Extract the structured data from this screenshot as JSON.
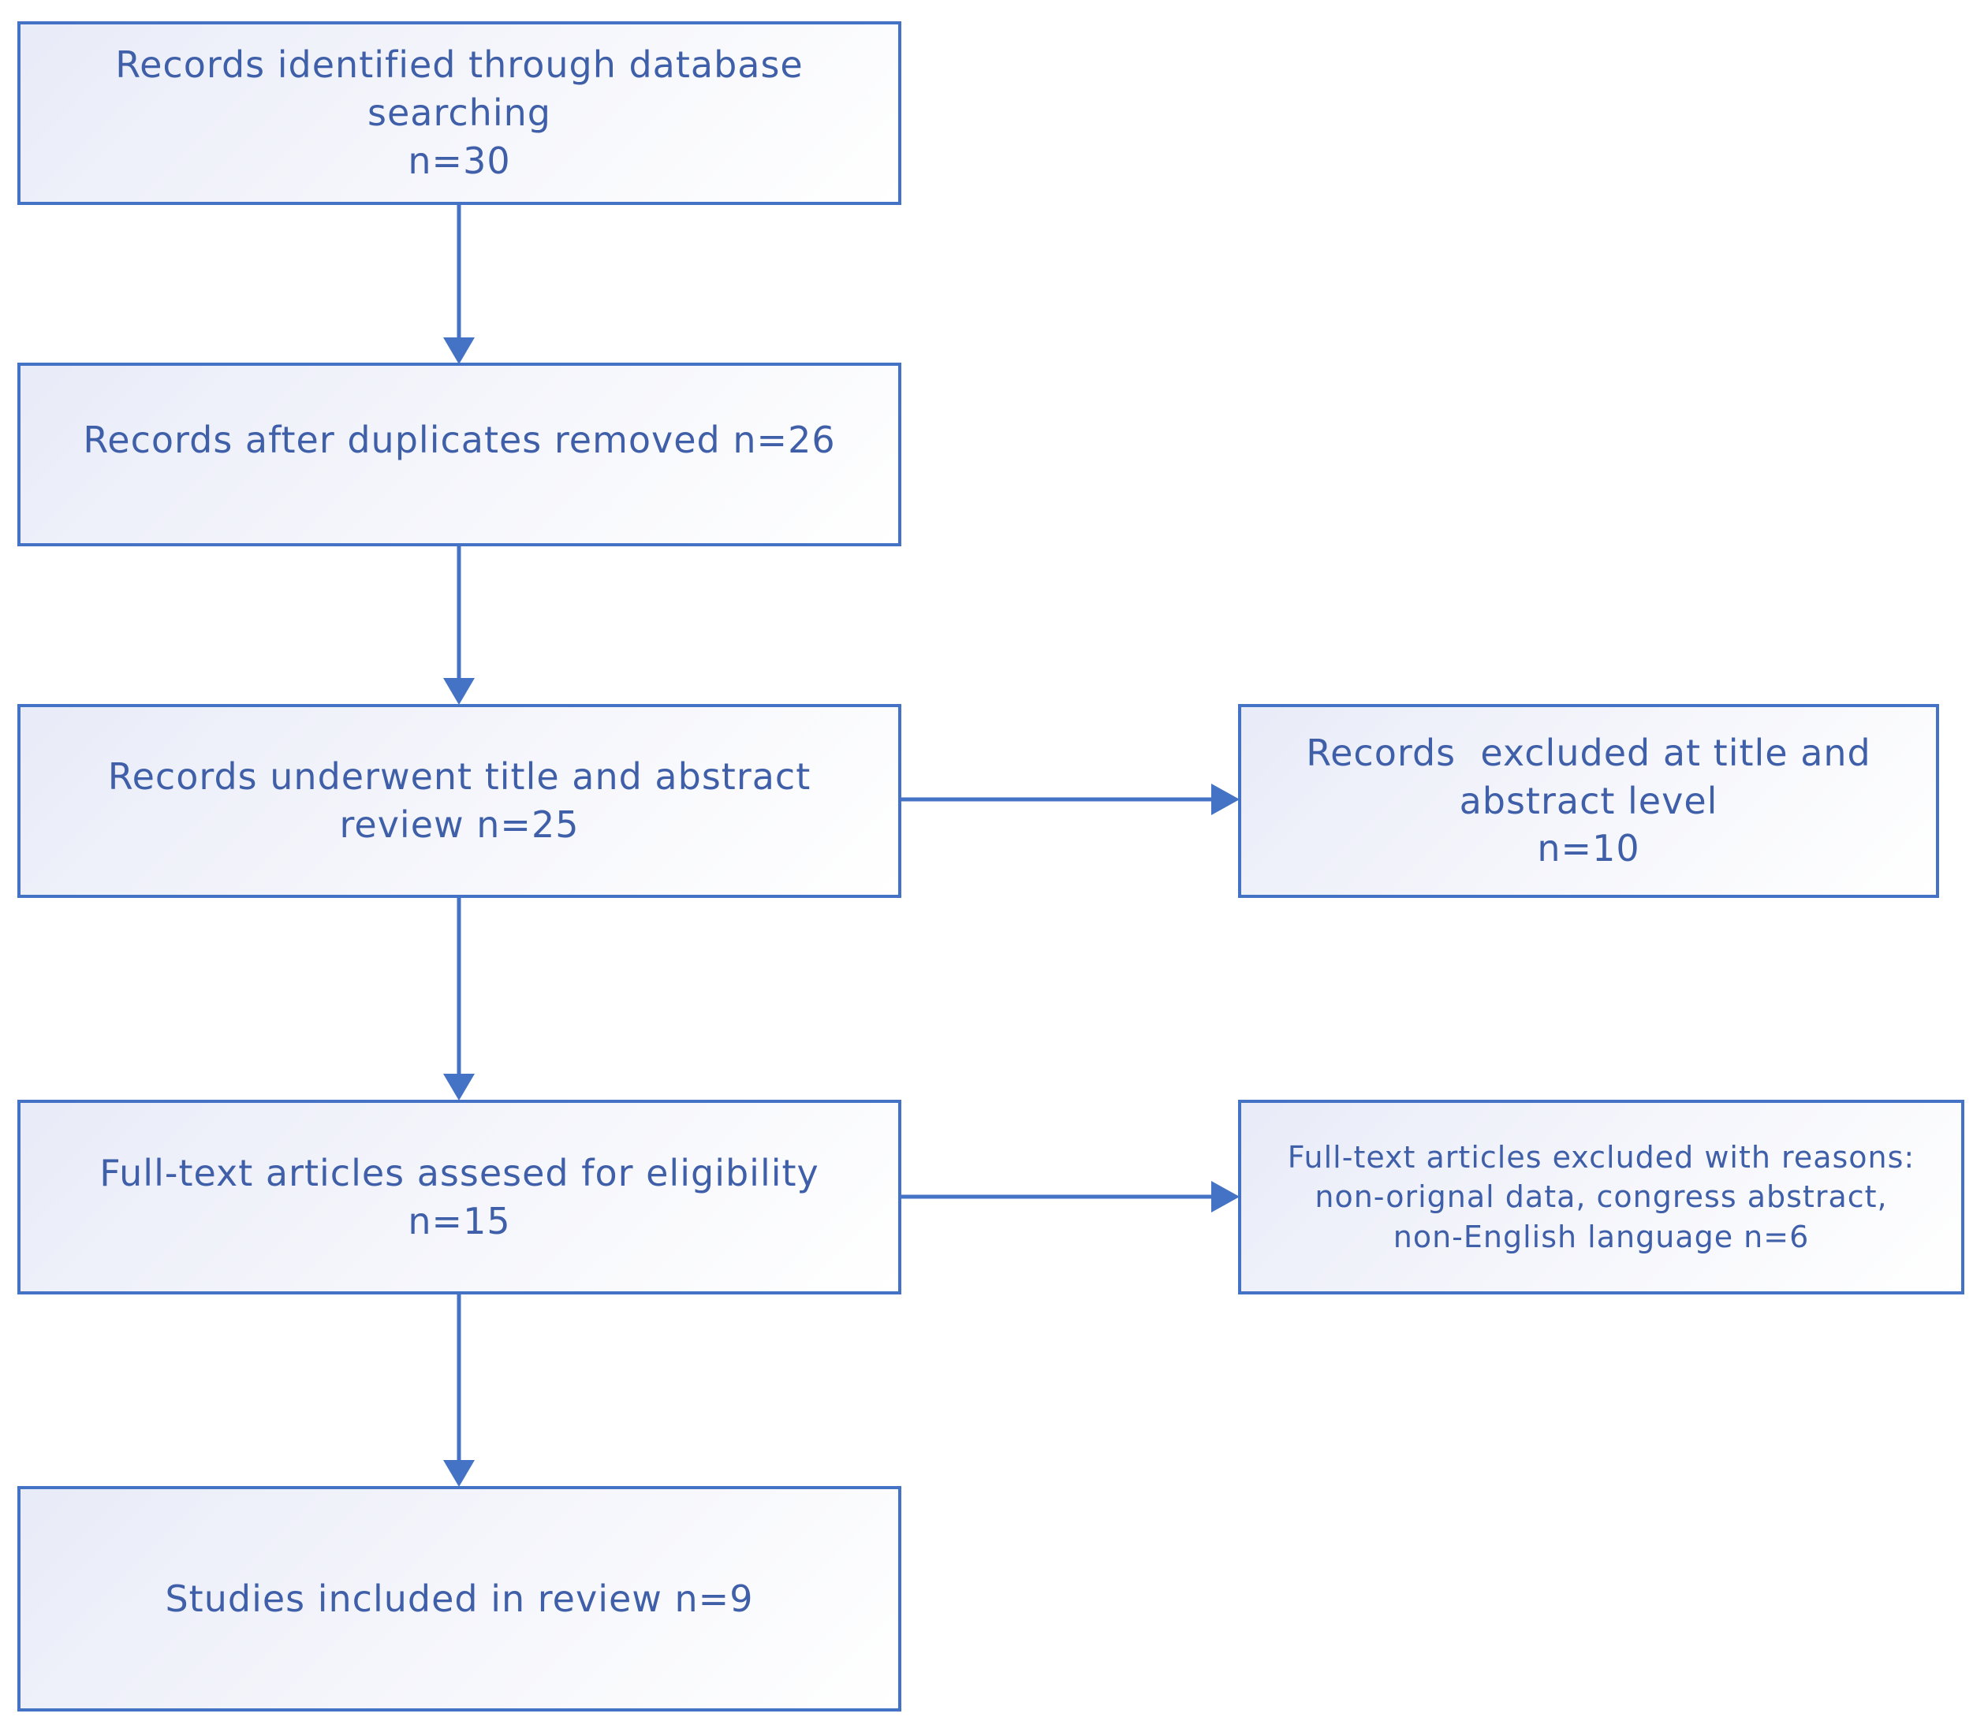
{
  "boxes": {
    "identified": {
      "line1": "Records identified through database",
      "line2": "searching",
      "line3": "n=30"
    },
    "after_duplicates": {
      "line1": "Records after duplicates removed n=26"
    },
    "title_abstract": {
      "line1": "Records underwent title and abstract",
      "line2": "review n=25"
    },
    "excluded_title": {
      "line1": "Records  excluded at title and",
      "line2": "abstract level",
      "line3": "n=10"
    },
    "full_text": {
      "line1": "Full-text articles assesed for eligibility",
      "line2": "n=15"
    },
    "excluded_full_text": {
      "line1": "Full-text articles excluded with reasons:",
      "line2": "non-orignal data, congress abstract,",
      "line3": "non-English language n=6"
    },
    "included": {
      "line1": "Studies included in review n=9"
    }
  },
  "colors": {
    "line": "#4472c4",
    "text": "#3f5fa8",
    "fill_start": "#e8ebf8",
    "fill_end": "#ffffff"
  }
}
